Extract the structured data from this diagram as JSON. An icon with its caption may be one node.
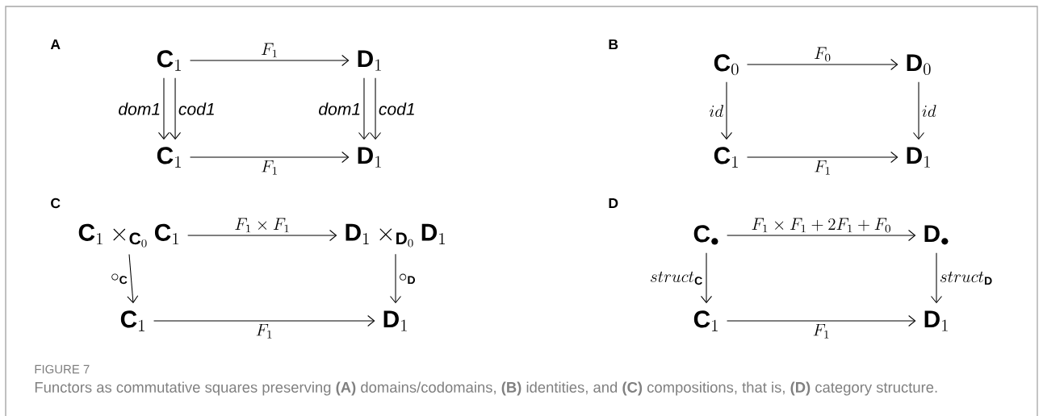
{
  "diagram": {
    "caption": "Functors as commutative squares preserving **(A)** domains/codomains, **(B)** identities, and **(C)** compositions, that is, **(D)** category structure.",
    "nodes": [
      {
        "text": [
          "\\mathbf{C}_1"
        ]
      },
      {
        "text": [
          "\\mathbf{D}_1"
        ]
      },
      {
        "text": [
          "\\mathbf{C}_1"
        ]
      },
      {
        "text": [
          "\\mathbf{D}_1"
        ]
      },
      {
        "text": [
          "\\mathbf{C}_0"
        ]
      },
      {
        "text": [
          "\\mathbf{D}_0"
        ]
      },
      {
        "text": [
          "\\mathbf{C}_1"
        ]
      },
      {
        "text": [
          "\\mathbf{D}_1"
        ]
      },
      {
        "text": [
          "\\mathbf{C}_1 \\times_{\\mathbf{C}_0} \\mathbf{C}_1"
        ]
      },
      {
        "text": [
          "\\mathbf{D}_1 \\times_{\\mathbf{D}_0} \\mathbf{D}_1"
        ]
      },
      {
        "text": [
          "\\mathbf{C}_1"
        ]
      },
      {
        "text": [
          "\\mathbf{D}_1"
        ]
      },
      {
        "text": [
          "\\mathbf{C}_\\bullet"
        ]
      },
      {
        "text": [
          "\\mathbf{D}_\\bullet"
        ]
      },
      {
        "text": [
          "\\mathbf{C}_1"
        ]
      },
      {
        "text": [
          "\\mathbf{D}_1"
        ]
      }
    ],
    "edges": [
      {
        "from": 0,
        "to": 1,
        "arrow": "to",
        "label": "F_1"
      },
      {
        "from": 0,
        "to": 2,
        "arrow": "to",
        "label": "\\mathit{dom1}"
      },
      {
        "from": 0,
        "to": 2,
        "arrow": "to",
        "label": "\\mathit{cod1}"
      },
      {
        "from": 1,
        "to": 3,
        "arrow": "to",
        "label": "\\mathit{dom1}"
      },
      {
        "from": 1,
        "to": 3,
        "arrow": "to",
        "label": "\\mathit{cod1}"
      },
      {
        "from": 2,
        "to": 3,
        "arrow": "to",
        "label": "F_1"
      },
      {
        "from": 4,
        "to": 5,
        "arrow": "to",
        "label": "F_0"
      },
      {
        "from": 4,
        "to": 6,
        "arrow": "to",
        "label": "id"
      },
      {
        "from": 5,
        "to": 7,
        "arrow": "to",
        "label": "id"
      },
      {
        "from": 6,
        "to": 7,
        "arrow": "to",
        "label": "F_1"
      },
      {
        "from": 8,
        "to": 9,
        "arrow": "to",
        "label": "F_1 \\times F_1"
      },
      {
        "from": 8,
        "to": 10,
        "arrow": "to",
        "label": "\\circ_{\\mathbf{C}}"
      },
      {
        "from": 9,
        "to": 11,
        "arrow": "to",
        "label": "\\circ_{\\mathbf{D}}"
      },
      {
        "from": 10,
        "to": 11,
        "arrow": "to",
        "label": "F_1"
      },
      {
        "from": 12,
        "to": 13,
        "arrow": "to",
        "label": "F_1 \\times F_1 + 2F_1 + F_0"
      },
      {
        "from": 12,
        "to": 14,
        "arrow": "to",
        "label": "struct_{\\mathbf{C}}"
      },
      {
        "from": 13,
        "to": 15,
        "arrow": "to",
        "label": "struct_{\\mathbf{D}}"
      },
      {
        "from": 14,
        "to": 15,
        "arrow": "to",
        "label": "F_1"
      }
    ],
    "labels": [
      "A",
      "B",
      "C",
      "D",
      "FIGURE 7"
    ]
  }
}
